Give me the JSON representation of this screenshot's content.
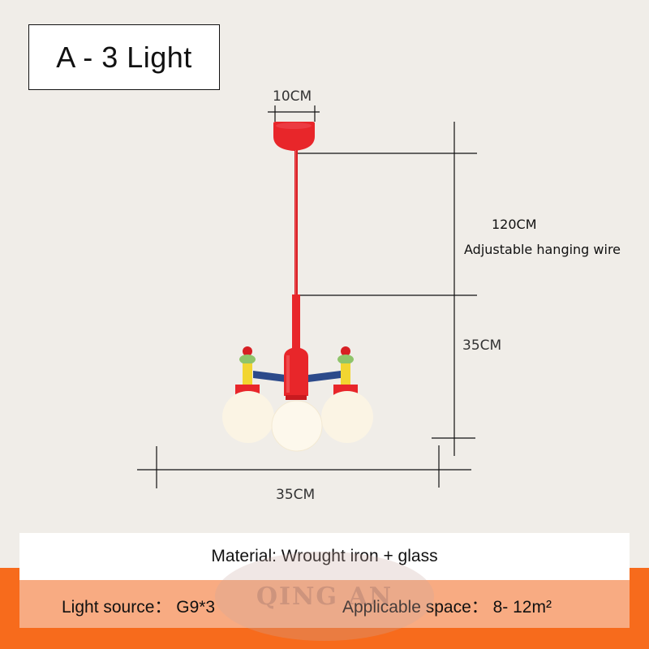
{
  "title": "A - 3 Light",
  "dimensions": {
    "canopy_width": "10CM",
    "cable_length": "120CM",
    "cable_note": "Adjustable hanging wire",
    "body_height": "35CM",
    "body_width": "35CM"
  },
  "specs": {
    "material": "Material: Wrought iron + glass",
    "light_source": "Light source： G9*3",
    "applicable_space": "Applicable space： 8- 12m²"
  },
  "watermark": "QING AN",
  "colors": {
    "background": "#f0ede8",
    "orange_band": "#f76b1c",
    "spec_lower": "#f8ab82",
    "lamp_red": "#e8262a",
    "lamp_yellow": "#f2d531",
    "lamp_green": "#8fc46a",
    "lamp_blue": "#2c4a8a",
    "glass": "#fbf4e4"
  }
}
